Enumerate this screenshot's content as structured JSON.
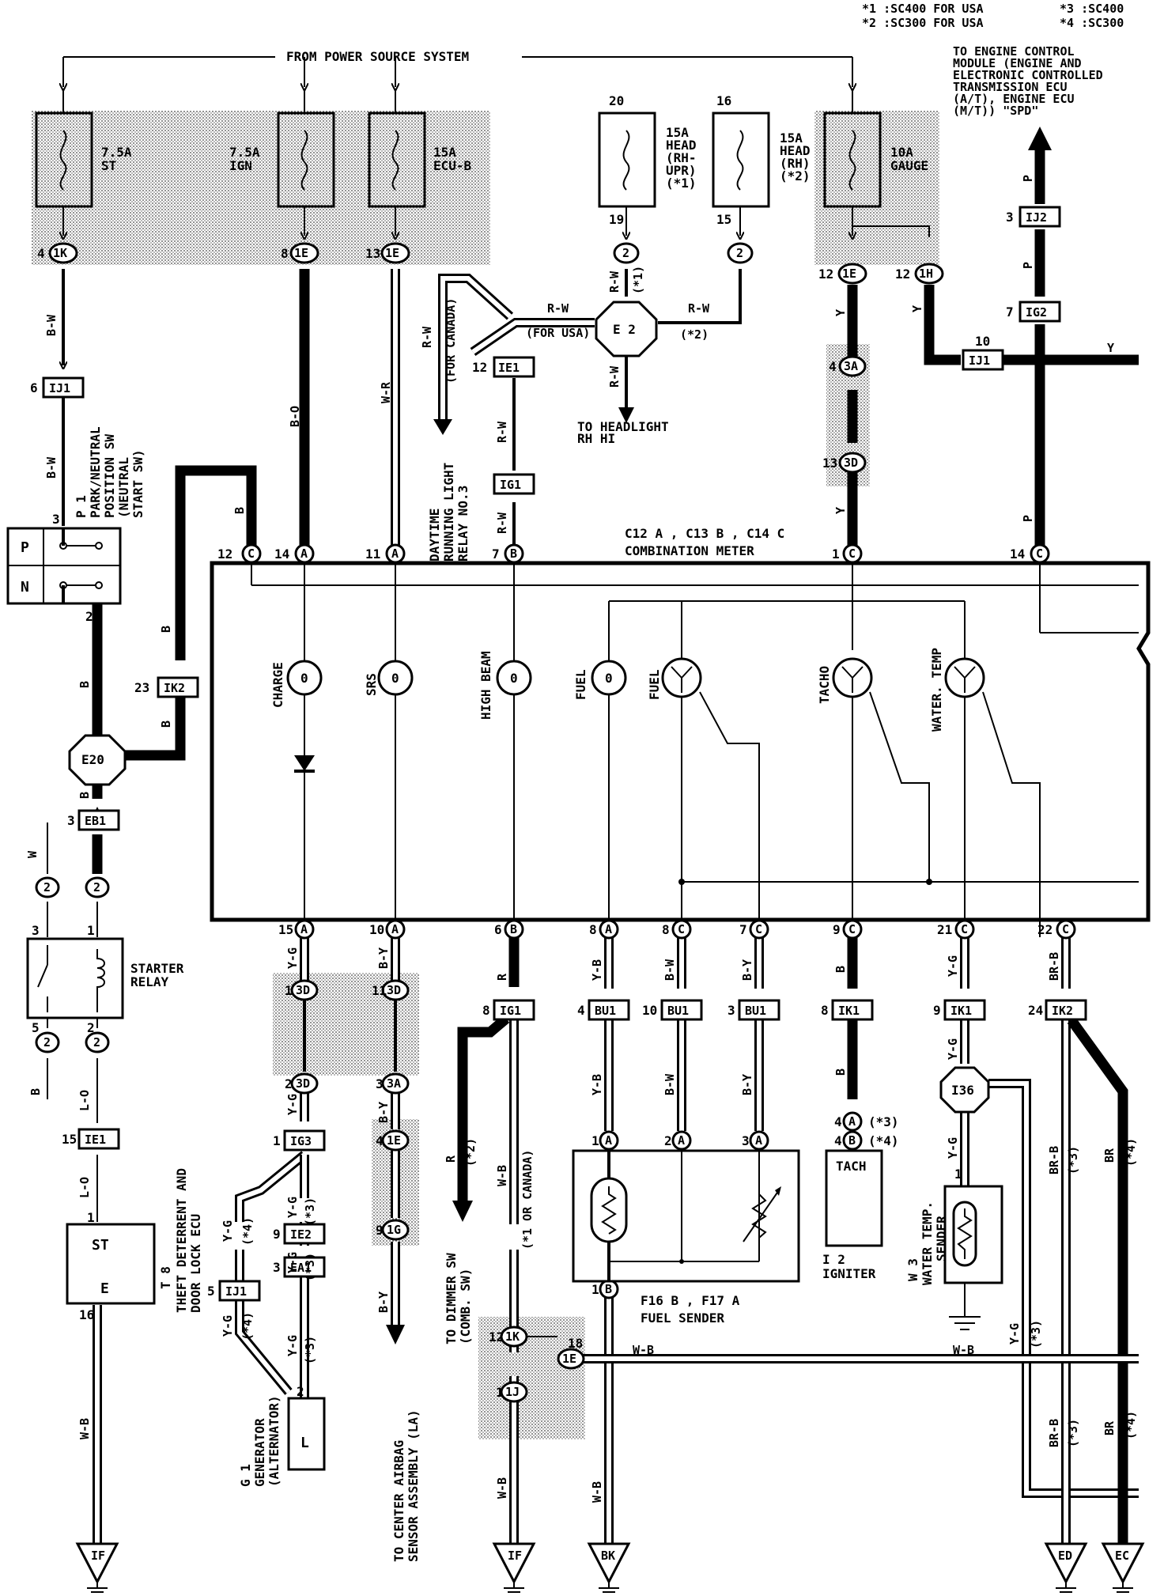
{
  "notes": {
    "n1": "*1 :SC400 FOR USA",
    "n2": "*2 :SC300 FOR USA",
    "n3": "*3 :SC400",
    "n4": "*4 :SC300"
  },
  "power_source": "FROM POWER SOURCE SYSTEM",
  "fuses": [
    {
      "amp": "7.5A",
      "name": "ST"
    },
    {
      "amp": "7.5A",
      "name": "IGN"
    },
    {
      "amp": "15A",
      "name": "ECU-B"
    },
    {
      "amp": "15A",
      "line1": "HEAD",
      "line2": "(RH-",
      "line3": "UPR)",
      "line4": "(*1)",
      "top": "20",
      "bottom": "19"
    },
    {
      "amp": "15A",
      "line1": "HEAD",
      "line2": "(RH)",
      "line3": "(*2)",
      "top": "16",
      "bottom": "15"
    },
    {
      "amp": "10A",
      "name": "GAUGE"
    }
  ],
  "ecm_note": [
    "TO ENGINE CONTROL",
    "MODULE (ENGINE AND",
    "ELECTRONIC CONTROLLED",
    "TRANSMISSION ECU",
    "(A/T), ENGINE ECU",
    "(M/T)) \"SPD\""
  ],
  "meter": {
    "label1": "C12 A , C13 B , C14 C",
    "label2": "COMBINATION METER",
    "lamps": [
      "CHARGE",
      "SRS",
      "HIGH BEAM",
      "FUEL"
    ],
    "gauges": [
      "FUEL",
      "TACHO",
      "WATER. TEMP"
    ]
  },
  "connectors": {
    "c1K": "1K",
    "c1E": "1E",
    "c1H": "1H",
    "c2": "2",
    "e2": "E 2",
    "ie1": "IE1",
    "ig1": "IG1",
    "ij1": "IJ1",
    "ij2": "IJ2",
    "ig2": "IG2",
    "c3A": "3A",
    "c3D": "3D",
    "ik2": "IK2",
    "e20": "E20",
    "eb1": "EB1",
    "ig3": "IG3",
    "ie2": "IE2",
    "ea1": "EA1",
    "bu1": "BU1",
    "ik1": "IK1",
    "i36": "I36",
    "c1G": "1G",
    "c1J": "1J",
    "cA": "A",
    "cB": "B",
    "cC": "C"
  },
  "pin_numbers": {
    "p4": "4",
    "p8": "8",
    "p13": "13",
    "p12": "12",
    "p6": "6",
    "p3": "3",
    "p2": "2",
    "p23": "23",
    "p1": "1",
    "p5": "5",
    "p15": "15",
    "p16": "16",
    "p14": "14",
    "p11": "11",
    "p7": "7",
    "p10": "10",
    "p9": "9",
    "p21": "21",
    "p22": "22",
    "p24": "24",
    "p18": "18"
  },
  "wire_colors": {
    "bw": "B-W",
    "bo": "B-O",
    "wr": "W-R",
    "rw": "R-W",
    "y": "Y",
    "p": "P",
    "b": "B",
    "w": "W",
    "lo": "L-O",
    "yg": "Y-G",
    "by": "B-Y",
    "r": "R",
    "yb": "Y-B",
    "brb": "BR-B",
    "br": "BR",
    "wb": "W-B"
  },
  "flags": {
    "f1": "(*1)",
    "f2": "(*2)",
    "f3": "(*3)",
    "f4": "(*4)",
    "for_usa": "(FOR USA)",
    "for_canada": "(FOR CANADA)",
    "or_canada": "(*1 OR CANADA)"
  },
  "components": {
    "p1": "P 1",
    "p1_desc": [
      "PARK/NEUTRAL",
      "POSITION SW",
      "(NEUTRAL",
      "START SW)"
    ],
    "p_label": "P",
    "n_label": "N",
    "starter_relay": [
      "STARTER",
      "RELAY"
    ],
    "t8": "T 8",
    "t8_desc": [
      "THEFT DETERRENT AND",
      "DOOR LOCK ECU"
    ],
    "ecu_st": "ST",
    "ecu_e": "E",
    "g1": "G 1",
    "g1_desc": [
      "GENERATOR",
      "(ALTERNATOR)"
    ],
    "gen_l": "L",
    "fuel_sender": "F16 B , F17 A",
    "fuel_sender_name": "FUEL SENDER",
    "tach": "TACH",
    "i2": "I 2",
    "igniter": "IGNITER",
    "w3": "W 3",
    "w3_desc": [
      "WATER TEMP.",
      "SENDER"
    ],
    "drl": [
      "DAYTIME",
      "RUNNING LIGHT",
      "RELAY NO.3"
    ],
    "headlight": [
      "TO HEADLIGHT",
      "RH HI"
    ],
    "airbag": [
      "TO CENTER AIRBAG",
      "SENSOR ASSEMBLY (LA)"
    ],
    "dimmer": [
      "TO DIMMER SW",
      "(COMB. SW)"
    ]
  },
  "grounds": [
    "IF",
    "IF",
    "BK",
    "ED",
    "EC"
  ]
}
